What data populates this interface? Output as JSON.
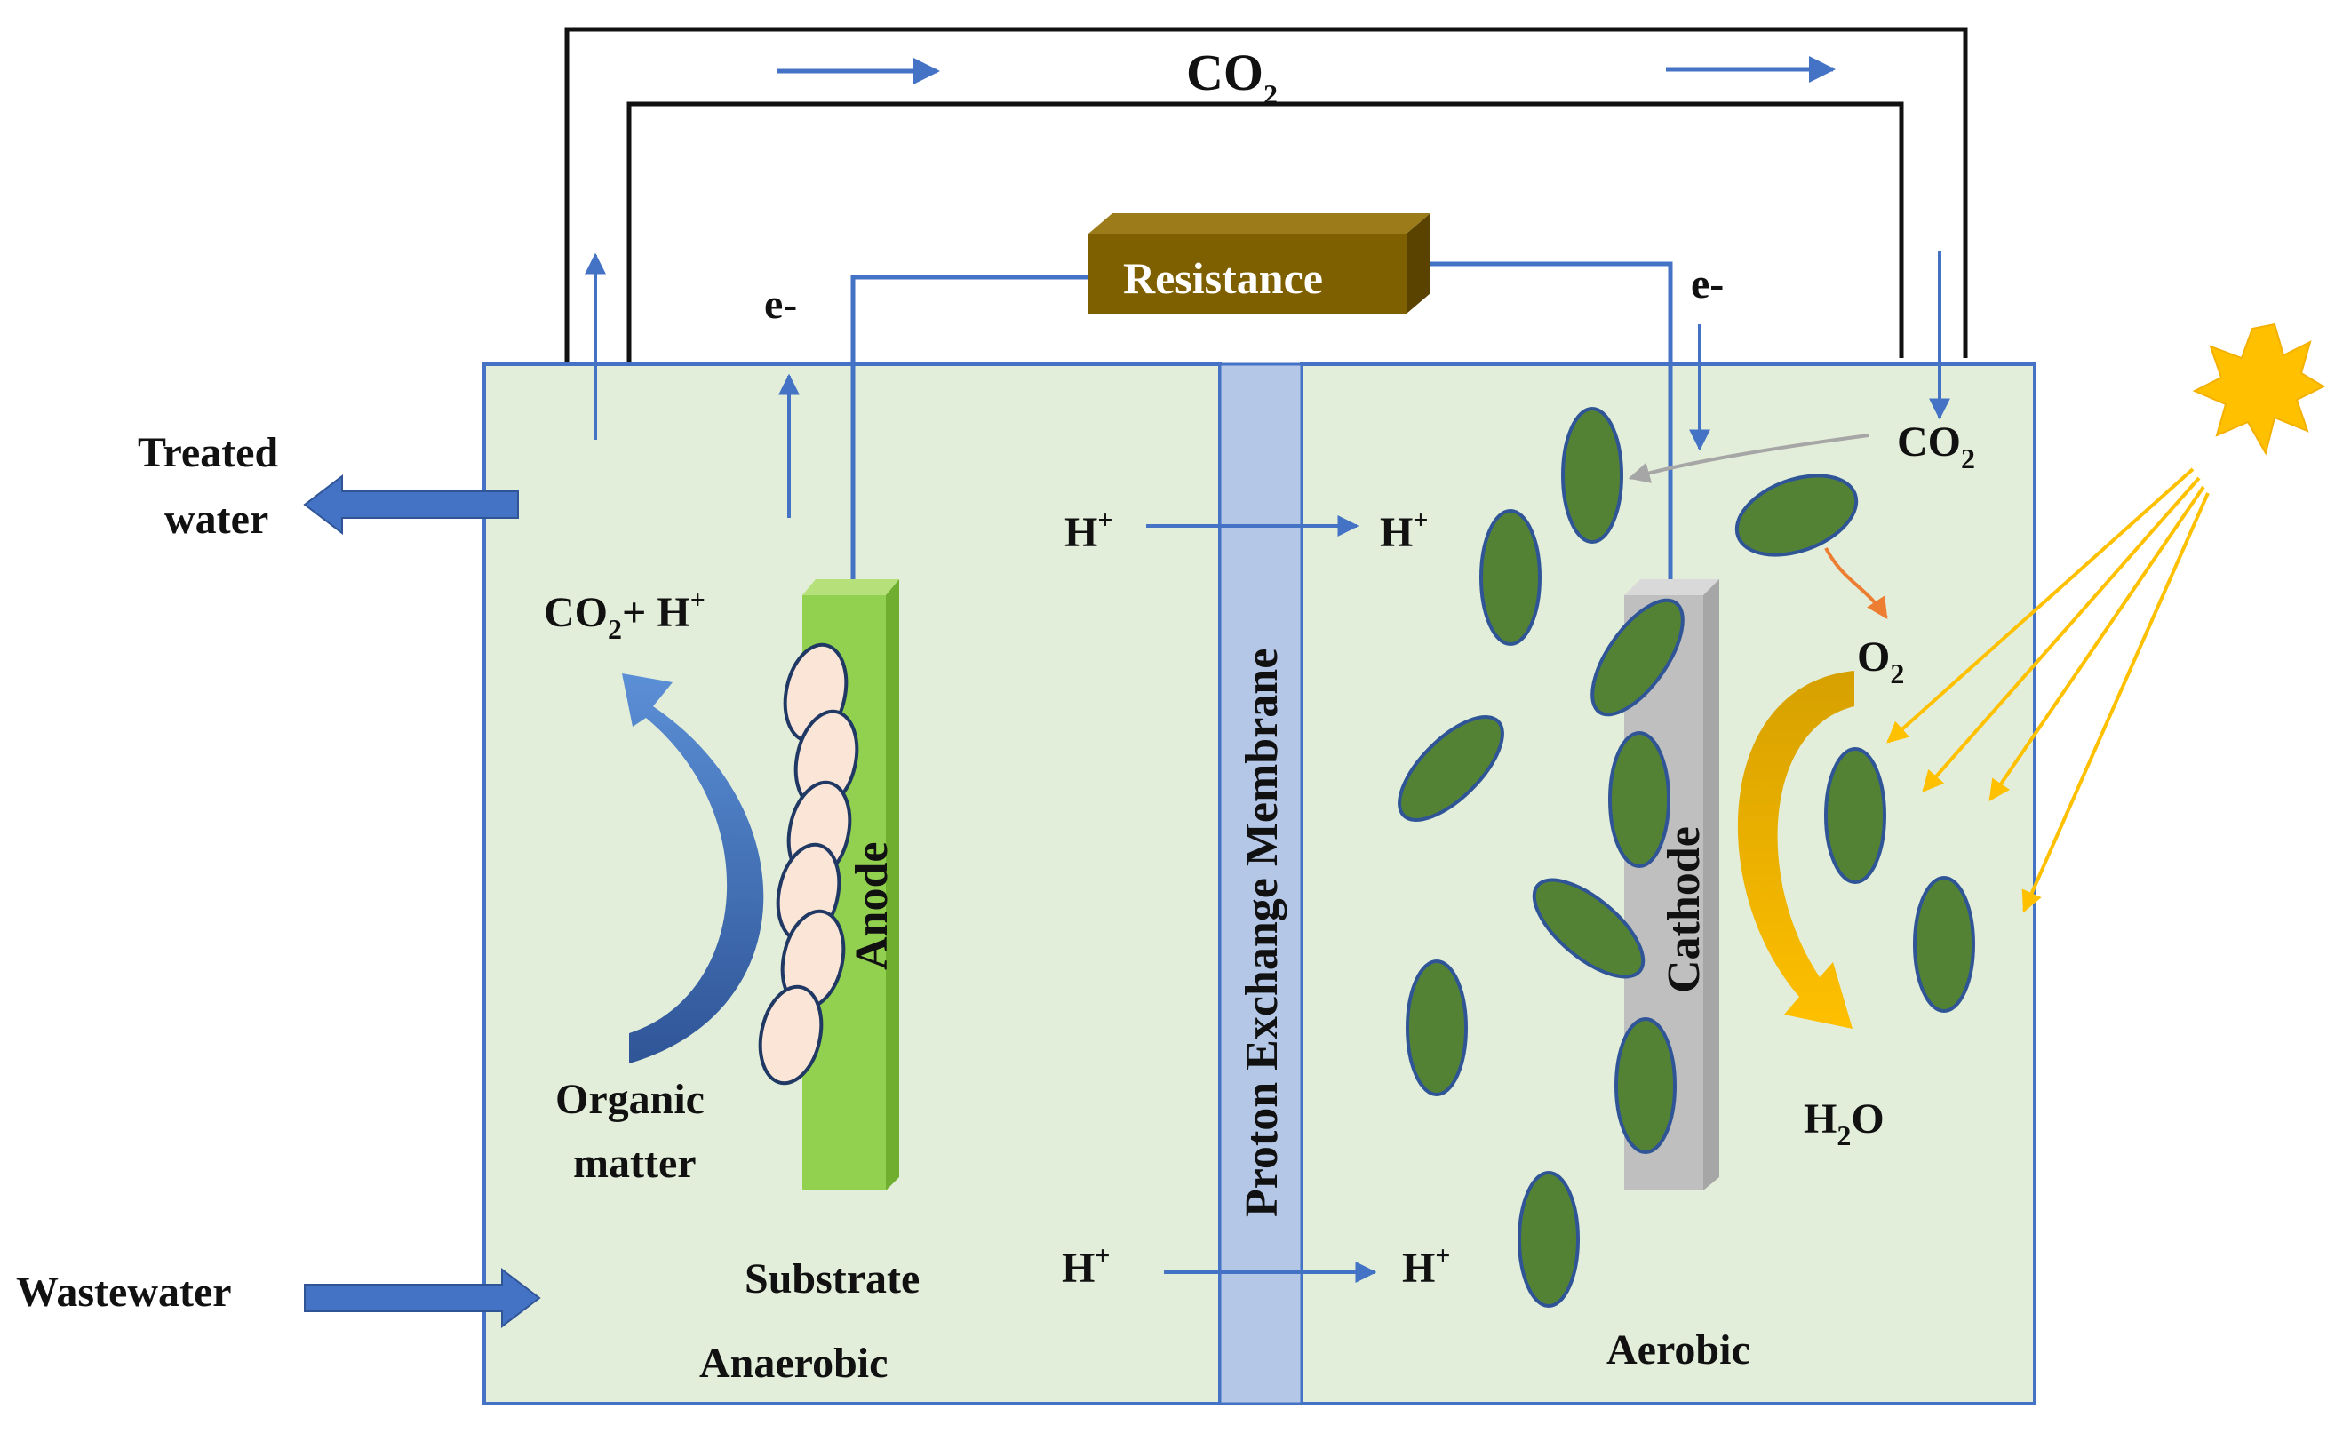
{
  "labels": {
    "co2_top": "CO",
    "co2_top_sub": "2",
    "resistance": "Resistance",
    "e_left": "e-",
    "e_right": "e-",
    "treated_water_1": "Treated",
    "treated_water_2": "water",
    "co2_h_left": "CO",
    "co2_h_left_sub": "2",
    "co2_h_left_plus": "+ H",
    "co2_h_left_sup": "+",
    "organic_1": "Organic",
    "organic_2": "matter",
    "anode": "Anode",
    "membrane": "Proton Exchange Membrane",
    "cathode": "Cathode",
    "h_plus": "H",
    "h_plus_sup": "+",
    "co2_right": "CO",
    "co2_right_sub": "2",
    "o2": "O",
    "o2_sub": "2",
    "h2o_h": "H",
    "h2o_sub": "2",
    "h2o_o": "O",
    "wastewater": "Wastewater",
    "substrate": "Substrate",
    "anaerobic": "Anaerobic",
    "aerobic": "Aerobic"
  },
  "colors": {
    "chamber_fill": "#e2eed9",
    "chamber_border": "#4472c4",
    "membrane": "#b4c7e7",
    "anode": "#92d050",
    "cathode": "#bfbfbf",
    "resistance": "#7f6000",
    "flow_arrow": "#4472c4",
    "algae": "#548235",
    "bacteria": "#fbe5d6",
    "sun": "#ffc000",
    "o2_arrow": "#ed7d31"
  }
}
